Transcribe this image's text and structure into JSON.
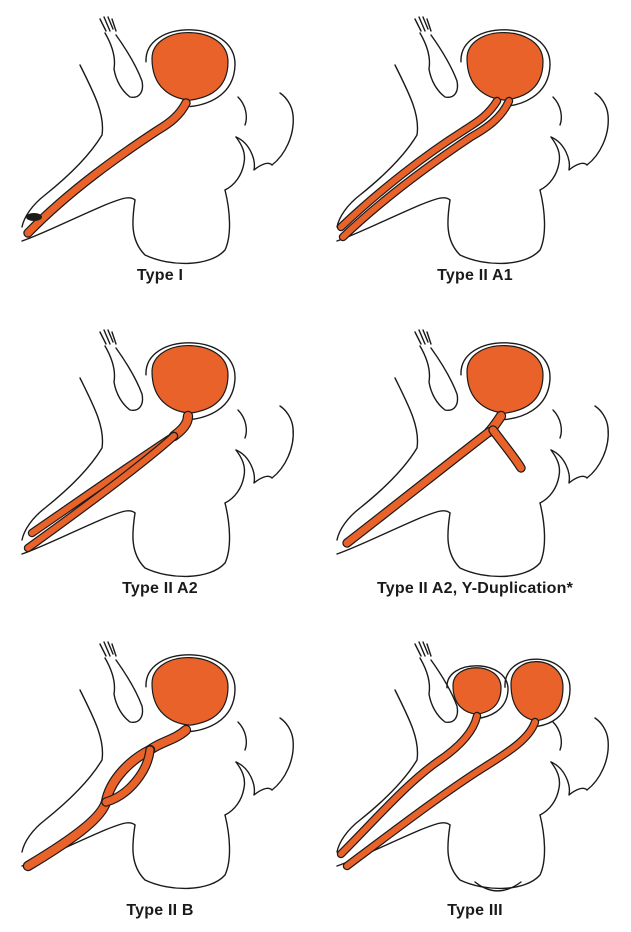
{
  "colors": {
    "urethra": "#e8622a",
    "outline": "#1a1a1a",
    "background": "#ffffff"
  },
  "panels": [
    {
      "id": "type-1",
      "caption": "Type I",
      "variant": "single"
    },
    {
      "id": "type-2a1",
      "caption": "Type II A1",
      "variant": "parallel-complete"
    },
    {
      "id": "type-2a2",
      "caption": "Type II A2",
      "variant": "parallel-branch"
    },
    {
      "id": "type-2a2-y",
      "caption": "Type II A2, Y-Duplication*",
      "variant": "y-duplication"
    },
    {
      "id": "type-2b",
      "caption": "Type II B",
      "variant": "loop"
    },
    {
      "id": "type-3",
      "caption": "Type III",
      "variant": "double-bladder"
    }
  ]
}
